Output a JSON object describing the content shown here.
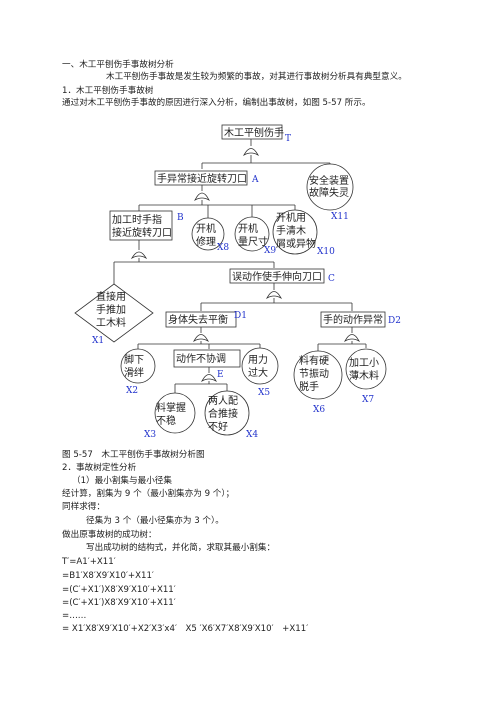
{
  "section_heading": "一、木工平刨伤手事故树分析",
  "intro_paragraph": "木工平刨伤手事故是发生较为频繁的事故，对其进行事故树分析具有典型意义。",
  "sub1_heading": "1．木工平刨伤手事故树",
  "sub1_text": "通过对木工平刨伤手事故的原因进行深入分析，编制出事故树，如图 5-57 所示。",
  "tree": {
    "top_event": "木工平刨伤手",
    "top_label": "T",
    "event_a": "手异常接近旋转刀口",
    "event_a_label": "A",
    "x11_lines": [
      "安全装置",
      "故障失灵"
    ],
    "x11_label": "X11",
    "event_b_lines": [
      "加工时手指",
      "接近旋转刀口"
    ],
    "event_b_label": "B",
    "x8_lines": [
      "开机",
      "修理"
    ],
    "x8_label": "X8",
    "x9_lines": [
      "开机",
      "量尺寸"
    ],
    "x9_label": "X9",
    "x10_lines": [
      "开机用",
      "手清木",
      "屑或异物"
    ],
    "x10_label": "X10",
    "x1_lines": [
      "直接用",
      "手推加",
      "工木料"
    ],
    "x1_label": "X1",
    "event_c": "误动作使手伸向刀口",
    "event_c_label": "C",
    "event_d1": "身体失去平衡",
    "event_d1_label": "D1",
    "event_d2": "手的动作异常",
    "event_d2_label": "D2",
    "x2_lines": [
      "脚下",
      "滑绊"
    ],
    "x2_label": "X2",
    "event_e": "动作不协调",
    "event_e_label": "E",
    "x5_lines": [
      "用力",
      "过大"
    ],
    "x5_label": "X5",
    "x3_lines": [
      "料掌握",
      "不稳"
    ],
    "x3_label": "X3",
    "x4_lines": [
      "两人配",
      "合推接",
      "不好"
    ],
    "x4_label": "X4",
    "x6_lines": [
      "料有硬",
      "节振动",
      "脱手"
    ],
    "x6_label": "X6",
    "x7_lines": [
      "加工小",
      "薄木料"
    ],
    "x7_label": "X7"
  },
  "figure_caption": "图 5-57　木工平刨伤手事故树分析图",
  "sub2_heading": "2．事故树定性分析",
  "item1": "（1）最小割集与最小径集",
  "calc_text": "经计算，割集为 9 个（最小割集亦为 9 个）；",
  "same_text": "同样求得：",
  "path_text": "径集为 3 个（最小径集亦为 3 个）。",
  "success_tree": "做出原事故树的成功树：",
  "write_text": "写出成功树的结构式，并化简，求取其最小割集：",
  "eq1": "T′=A1′+X11′",
  "eq2": "=B1′X8′X9′X10′+X11′",
  "eq3": "=(C′+X1′)X8′X9′X10′+X11′",
  "eq4": "=(C′+X1′)X8′X9′X10′+X11′",
  "eq5": "=……",
  "eq6": "= X1′X8′X9′X10′+X2′X3′x4′　X5 ′X6′X7′X8′X9′X10′　+X11′"
}
